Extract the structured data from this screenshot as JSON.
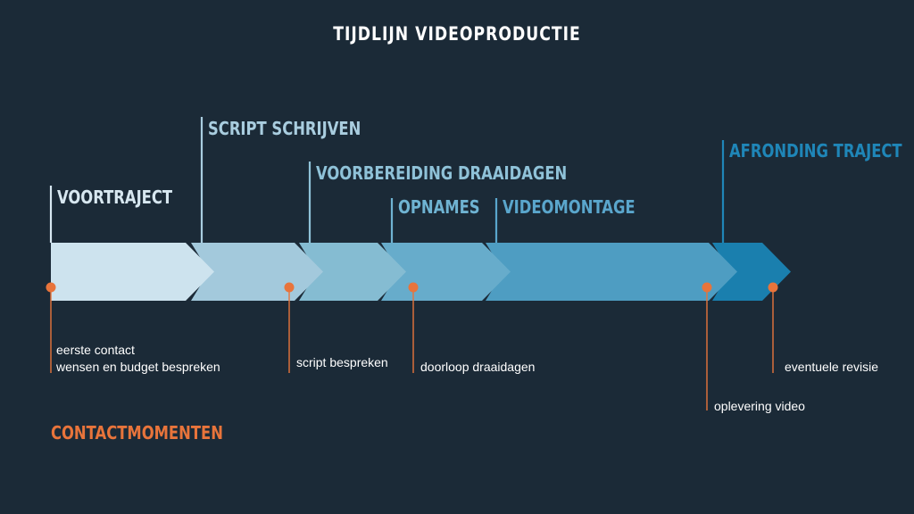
{
  "title": "TIJDLIJN  VIDEOPRODUCTIE",
  "colors": {
    "background": "#1b2a37",
    "contact_accent": "#e8743b",
    "line": "#ffffff"
  },
  "phases": [
    {
      "label": "VOORTRAJECT",
      "color": "#cde3ee",
      "label_color": "#d7e7f0"
    },
    {
      "label": "SCRIPT SCHRIJVEN",
      "color": "#a3c9dc",
      "label_color": "#a9cddf"
    },
    {
      "label": "VOORBEREIDING DRAAIDAGEN",
      "color": "#85bcd2",
      "label_color": "#8fc2d8"
    },
    {
      "label": "OPNAMES",
      "color": "#67accb",
      "label_color": "#6fb3d2"
    },
    {
      "label": "VIDEOMONTAGE",
      "color": "#4e9dc2",
      "label_color": "#5aa6cc"
    },
    {
      "label": "AFRONDING TRAJECT",
      "color": "#1a7fae",
      "label_color": "#1f86b8"
    }
  ],
  "contact_title": "CONTACTMOMENTEN",
  "contacts": [
    {
      "lines": [
        "eerste contact",
        "wensen en budget bespreken"
      ]
    },
    {
      "lines": [
        "script bespreken"
      ]
    },
    {
      "lines": [
        "doorloop draaidagen"
      ]
    },
    {
      "lines": [
        "oplevering video"
      ]
    },
    {
      "lines": [
        "eventuele revisie"
      ]
    }
  ]
}
